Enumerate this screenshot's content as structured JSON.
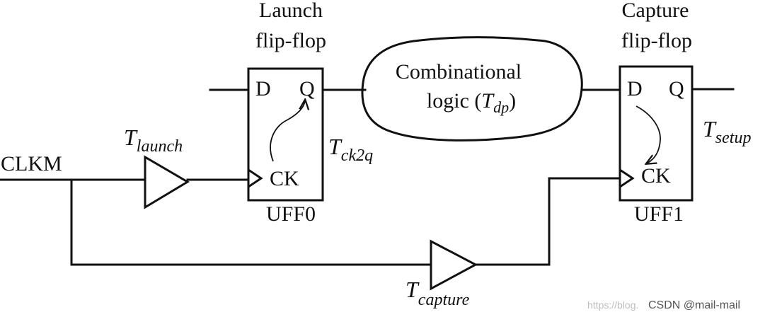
{
  "launch_header": {
    "line1": "Launch",
    "line2": "flip-flop"
  },
  "capture_header": {
    "line1": "Capture",
    "line2": "flip-flop"
  },
  "clock_source": "CLKM",
  "launch_ff": {
    "pin_d": "D",
    "pin_q": "Q",
    "pin_ck": "CK",
    "instance": "UFF0"
  },
  "capture_ff": {
    "pin_d": "D",
    "pin_q": "Q",
    "pin_ck": "CK",
    "instance": "UFF1"
  },
  "logic_cloud": {
    "line1": "Combinational",
    "line2_prefix": "logic (",
    "t_symbol": "T",
    "t_subscript": "dp",
    "line2_suffix": ")"
  },
  "timing_labels": {
    "launch": {
      "symbol": "T",
      "subscript": "launch"
    },
    "ck2q": {
      "symbol": "T",
      "subscript": "ck2q"
    },
    "setup": {
      "symbol": "T",
      "subscript": "setup"
    },
    "capture": {
      "symbol": "T",
      "subscript": "capture"
    }
  },
  "watermark": {
    "faint": "https://blog.",
    "main": "CSDN @mail-mail"
  }
}
